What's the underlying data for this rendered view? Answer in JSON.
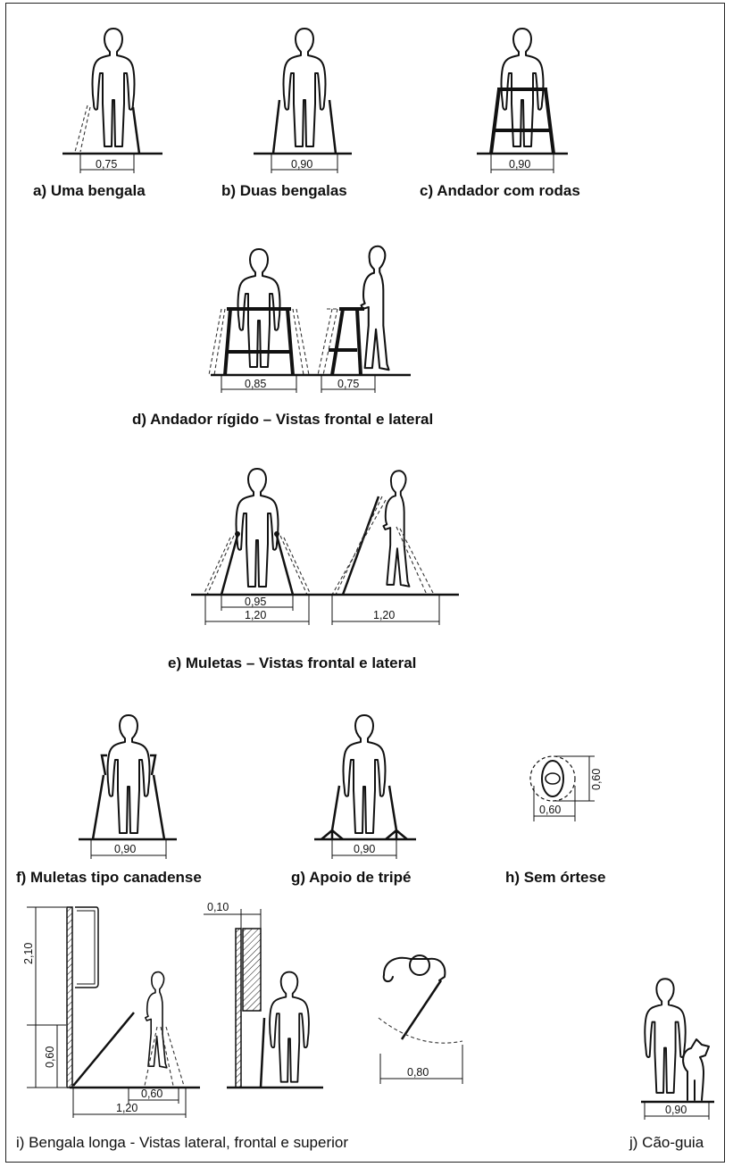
{
  "captions": {
    "a": "a) Uma bengala",
    "b": "b) Duas bengalas",
    "c": "c) Andador com rodas",
    "d": "d) Andador rígido – Vistas frontal e lateral",
    "e": "e) Muletas – Vistas frontal e lateral",
    "f": "f) Muletas tipo canadense",
    "g": "g) Apoio de tripé",
    "h": "h) Sem órtese",
    "i": "i) Bengala longa - Vistas lateral, frontal e superior",
    "j": "j) Cão-guia"
  },
  "dimensions": {
    "a": "0,75",
    "b": "0,90",
    "c": "0,90",
    "d_front": "0,85",
    "d_side": "0,75",
    "e_inner": "0,95",
    "e_outer": "1,20",
    "e_side": "1,20",
    "f": "0,90",
    "g": "0,90",
    "h_height": "0,60",
    "h_width": "0,60",
    "i_height_total": "2,10",
    "i_height_low": "0,60",
    "i_offset_top": "0,10",
    "i_step": "0,60",
    "i_reach": "1,20",
    "i_sweep": "0,80",
    "j": "0,90"
  }
}
